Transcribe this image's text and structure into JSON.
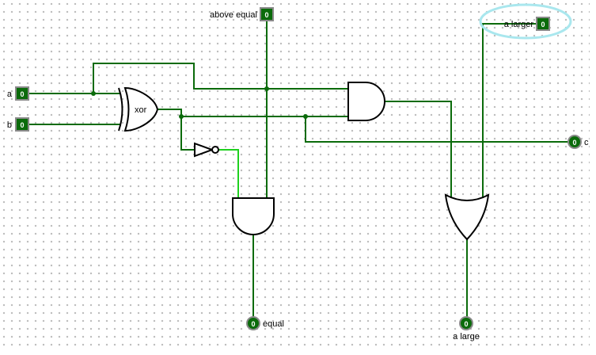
{
  "colors": {
    "wire_low": "#0b6b0b",
    "wire_high": "#1ed01e",
    "pin_fill_low": "#0b6b0b",
    "pin_text": "#ffffff",
    "selection_halo": "#a9e7ee",
    "grid_dot": "#bcbcbc"
  },
  "pins": {
    "a": {
      "label": "a",
      "value": "0",
      "type": "input"
    },
    "b": {
      "label": "b",
      "value": "0",
      "type": "input"
    },
    "above_equal": {
      "label": "above equal",
      "value": "0",
      "type": "input"
    },
    "a_larger": {
      "label": "a larger",
      "value": "0",
      "type": "input"
    },
    "c": {
      "label": "c",
      "value": "0",
      "type": "output"
    },
    "equal": {
      "label": "equal",
      "value": "0",
      "type": "output"
    },
    "a_large": {
      "label": "a large",
      "value": "0",
      "type": "output"
    }
  },
  "gates": {
    "xor": {
      "label": "xor",
      "type": "XOR"
    },
    "and_upper": {
      "type": "AND"
    },
    "and_lower": {
      "type": "AND"
    },
    "or": {
      "type": "OR"
    },
    "not": {
      "type": "NOT"
    }
  }
}
